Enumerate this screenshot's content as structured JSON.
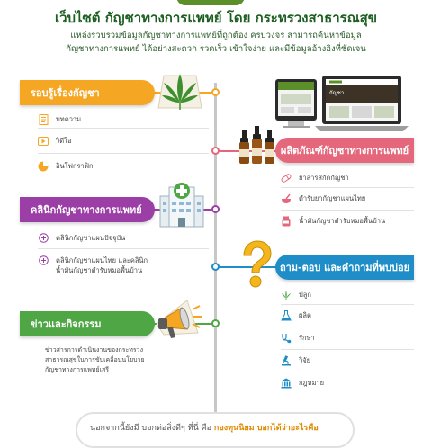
{
  "header": {
    "title": "เว็บไซต์ กัญชาทางการแพทย์ โดย กระทรวงสาธารณสุข",
    "desc_line1": "แหล่งรวบรวมข้อมูลกัญชาทางการแพทย์ที่ถูกต้อง ครบวงจร สามารถค้นหาข้อมูล",
    "desc_line2": "กัญชาทางการแพทย์ ได้อย่างสะดวก รวดเร็ว เข้าใจง่าย และมีข้อมูลอ้างอิงที่ชัดเจน"
  },
  "sections": {
    "knowledge": {
      "title": "รอบรู้เรื่องกัญชา",
      "items": [
        "บทความ",
        "วิดีโอ",
        "อินโฟกราฟิก"
      ]
    },
    "products": {
      "title": "ผลิตภัณฑ์กัญชาทางการแพทย์",
      "items": [
        "ยาสารสกัดกัญชา",
        "ตำรับยากัญชาแผนไทย",
        "น้ำมันกัญชาตำรับหมอพื้นบ้าน"
      ]
    },
    "clinics": {
      "title": "คลินิกกัญชาทางการแพทย์",
      "items": [
        "คลินิกกัญชาแผนปัจจุบัน",
        "คลินิกกัญชาแผนไทย และคลินิก",
        "น้ำมันกัญชาตำรับหมอพื้นบ้าน"
      ]
    },
    "faq": {
      "title": "ถาม-ตอบ และคำถามที่พบบ่อย",
      "items": [
        "ปลูก",
        "ผลิต",
        "รักษา",
        "วิจัย",
        "กฎหมาย"
      ]
    },
    "news": {
      "title": "ข่าวและกิจกรรม",
      "note1": "ข่าวสารการดำเนินงานของกระทรวง",
      "note2": "สาธารณสุขในการขับเคลื่อนนโยบาย",
      "note3": "กัญชาทางการแพทย์เสรี"
    }
  },
  "laptop_screen_text": "กัญชา",
  "bottom": {
    "text": "นอกจากนี้ยังมี บอกต่อสิ่งดีๆ ที่นี่ คือ ",
    "highlight": "กองทุนนิยม บอกได้ว่าอะไรคือ"
  },
  "colors": {
    "orange": "#f5a623",
    "pink": "#e5677b",
    "purple": "#9b3fa6",
    "blue": "#1f8ec8",
    "green": "#4fa645",
    "title_green": "#1b5e20",
    "spine": "#c7c7c7"
  }
}
